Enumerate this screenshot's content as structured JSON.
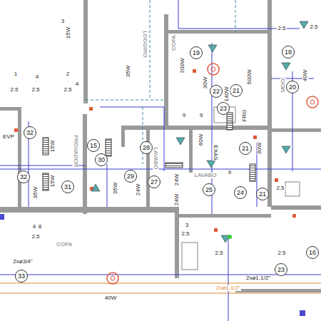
{
  "diagram": {
    "nodes": [
      {
        "text": [
          "32"
        ]
      },
      {
        "text": [
          "31"
        ]
      },
      {
        "text": [
          "32"
        ]
      },
      {
        "text": [
          "15"
        ]
      },
      {
        "text": [
          "28"
        ]
      },
      {
        "text": [
          "30"
        ]
      },
      {
        "text": [
          "29"
        ]
      },
      {
        "text": [
          "27"
        ]
      },
      {
        "text": [
          "25"
        ]
      },
      {
        "text": [
          "24"
        ]
      },
      {
        "text": [
          "21"
        ]
      },
      {
        "text": [
          "21"
        ]
      },
      {
        "text": [
          "22"
        ]
      },
      {
        "text": [
          "21"
        ]
      },
      {
        "text": [
          "23"
        ]
      },
      {
        "text": [
          "19"
        ]
      },
      {
        "text": [
          "18"
        ]
      },
      {
        "text": [
          "20"
        ]
      },
      {
        "text": [
          "16"
        ]
      },
      {
        "text": [
          "23"
        ]
      },
      {
        "text": [
          "33"
        ]
      }
    ],
    "labels": [
      "15W",
      "3",
      "LOGGIRO",
      "1",
      "2.5",
      "4",
      "2.5",
      "2",
      "2.5",
      "4",
      "35W",
      "COPA",
      "200W",
      "30W",
      "MOO",
      "40W",
      "EVP",
      "15W",
      "15W",
      "35W",
      "PROVADOR",
      "35W",
      "24W",
      "LAVABO",
      "24W",
      "24W",
      "EXAS",
      "60W",
      "140W",
      "FRG",
      "500W",
      "9",
      "9",
      "9",
      "30W",
      "LAVABO",
      "COPA",
      "2xø3/4\"",
      "2xø1.1/2\"",
      "2xø1.1/2\"",
      "40W",
      "4",
      "8",
      "2.5",
      "2.5",
      "2.5",
      "2.5",
      "3",
      "2.5",
      "2.5",
      "2.5"
    ]
  }
}
